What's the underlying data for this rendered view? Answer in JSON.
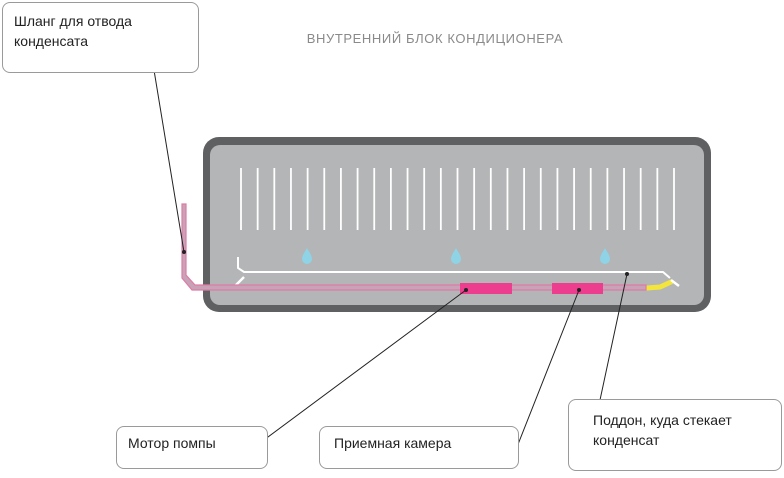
{
  "diagram": {
    "title": "ВНУТРЕННИЙ БЛОК КОНДИЦИОНЕРА",
    "callouts": {
      "hose": {
        "line1": "Шланг для отвода",
        "line2": "конденсата"
      },
      "motor": {
        "label": "Мотор помпы"
      },
      "chamber": {
        "label": "Приемная камера"
      },
      "pan": {
        "line1": "Поддон, куда стекает",
        "line2": "конденсат"
      }
    },
    "colors": {
      "unit_frame": "#5f6062",
      "unit_body": "#b3b5b6",
      "louver": "#ffffff",
      "drop": "#8fd3e6",
      "hose": "#e07aa6",
      "pump": "#ec3d8e",
      "drain_outlet": "#f3e53b",
      "leader_line": "#222222"
    }
  }
}
